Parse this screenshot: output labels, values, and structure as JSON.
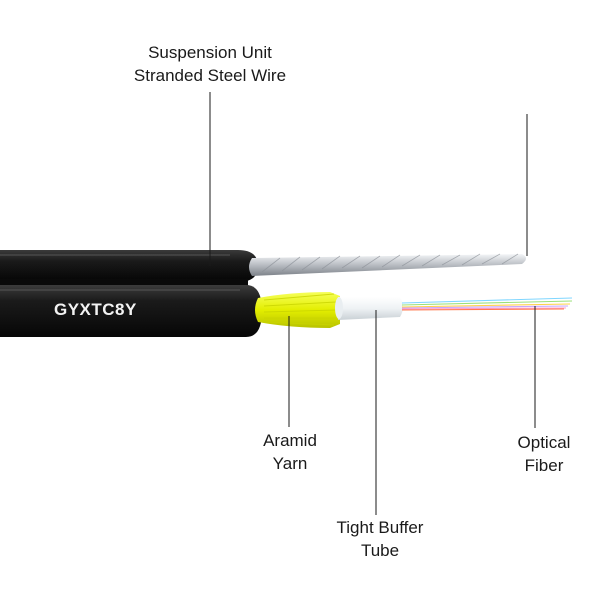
{
  "labels": {
    "suspension_line1": "Suspension Unit",
    "suspension_line2": "Stranded Steel Wire",
    "aramid_line1": "Aramid",
    "aramid_line2": "Yarn",
    "buffer_line1": "Tight Buffer",
    "buffer_line2": "Tube",
    "fiber_line1": "Optical",
    "fiber_line2": "Fiber"
  },
  "cable_print": "GYXTC8Y",
  "colors": {
    "jacket": "#121212",
    "steel_wire": "#c8ccd1",
    "aramid_yarn": "#e8f000",
    "buffer_tube": "#f4f7f8",
    "fiber_colors": [
      "#7fd6ff",
      "#ff7a4d",
      "#9be07a",
      "#ffd24a",
      "#c9a6ff",
      "#ff9fc9"
    ]
  },
  "icons": {
    "cable": "figure-8-cable-illustration"
  }
}
